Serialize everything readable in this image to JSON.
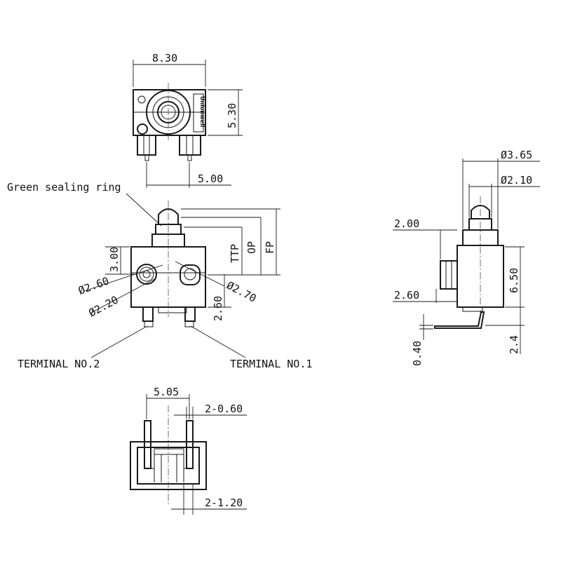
{
  "top_view": {
    "width": "8.30",
    "height": "5.30",
    "pin_pitch": "5.00",
    "brand": "Unionwell"
  },
  "front_view": {
    "callout_sealing_ring": "Green sealing ring",
    "hole_small_outer": "Ø2.60",
    "hole_small_inner": "Ø2.20",
    "hole_large": "Ø2.70",
    "hole_offset_top": "3.00",
    "hole_offset_bottom": "2.60",
    "ttp": "TTP",
    "op": "OP",
    "fp": "FP",
    "terminal_1": "TERMINAL NO.1",
    "terminal_2": "TERMINAL NO.2"
  },
  "side_view": {
    "plunger_base_dia": "Ø3.65",
    "plunger_dia": "Ø2.10",
    "boss_width": "2.00",
    "boss_offset": "2.60",
    "body_height": "6.50",
    "terminal_thickness": "0.40",
    "terminal_length": "2.4"
  },
  "bottom_view": {
    "terminal_pitch": "5.05",
    "terminal_thickness": "2-0.60",
    "terminal_width": "2-1.20"
  }
}
